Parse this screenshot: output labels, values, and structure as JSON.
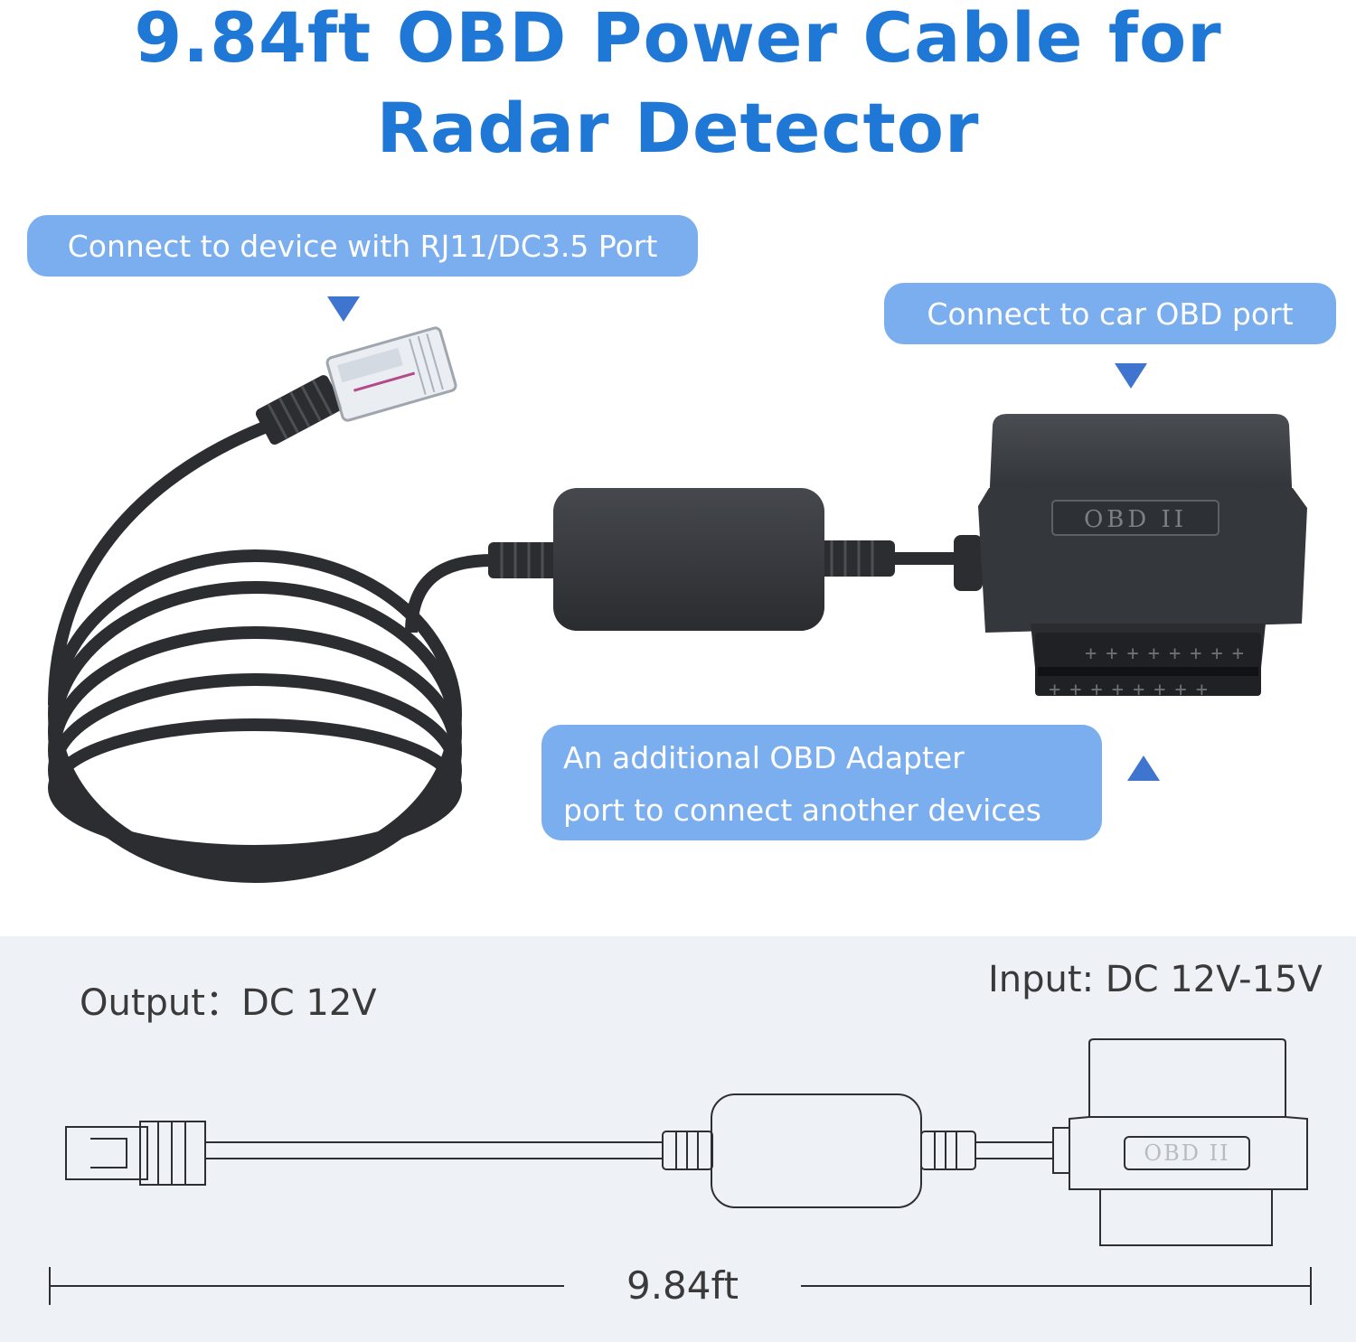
{
  "title": {
    "line1": "9.84ft OBD Power Cable for",
    "line2": "Radar Detector"
  },
  "callouts": {
    "device": "Connect to device with RJ11/DC3.5 Port",
    "car": "Connect to car OBD port",
    "adapter_line1": "An additional OBD Adapter",
    "adapter_line2": "port to connect another devices"
  },
  "product": {
    "obd_label": "OBD II"
  },
  "specs": {
    "output": "Output：DC 12V",
    "input": "Input: DC 12V-15V",
    "length": "9.84ft",
    "diagram_obd_label": "OBD II"
  },
  "colors": {
    "title": "#1f78d6",
    "callout_bg": "#7aaeee",
    "arrow": "#3f75cf",
    "spec_panel": "#eef1f5"
  }
}
